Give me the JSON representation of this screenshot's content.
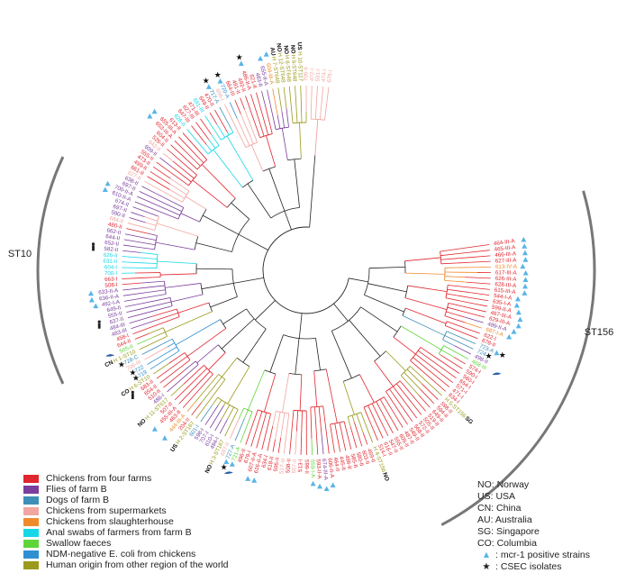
{
  "clades": [
    {
      "name": "clade-st10",
      "label": "ST10",
      "color": "#777777"
    },
    {
      "name": "clade-st156",
      "label": "ST156",
      "color": "#777777"
    }
  ],
  "legend": [
    {
      "label": "Chickens from four farms",
      "color": "#e0262e"
    },
    {
      "label": "Flies of farm B",
      "color": "#7a3e9d"
    },
    {
      "label": "Dogs of farm B",
      "color": "#3d8fb6"
    },
    {
      "label": "Chickens from supermarkets",
      "color": "#f1a6a0"
    },
    {
      "label": "Chickens from slaughterhouse",
      "color": "#f08b2c"
    },
    {
      "label": "Anal swabs of farmers from farm B",
      "color": "#16d7e8"
    },
    {
      "label": "Swallow faeces",
      "color": "#5fd53a"
    },
    {
      "label": "NDM-negative E. coli from chickens",
      "color": "#2f8fd1"
    },
    {
      "label": "Human origin from other region of the world",
      "color": "#9a9a1c"
    }
  ],
  "key": [
    {
      "code": "NO",
      "country": "Norway"
    },
    {
      "code": "US",
      "country": "USA"
    },
    {
      "code": "CN",
      "country": "China"
    },
    {
      "code": "AU",
      "country": "Australia"
    },
    {
      "code": "SG",
      "country": "Singapore"
    },
    {
      "code": "CO",
      "country": "Columbia"
    }
  ],
  "key_symbols": {
    "triangle": ": mcr-1 positive strains",
    "star": ": CSEC isolates"
  },
  "leaves": [
    {
      "label": "464-III-A",
      "cat": 0,
      "tri": true
    },
    {
      "label": "465-III-A",
      "cat": 0,
      "tri": true
    },
    {
      "label": "466-III-A",
      "cat": 0,
      "tri": true
    },
    {
      "label": "627-III-A",
      "cat": 0,
      "tri": true
    },
    {
      "label": "613-IV-A",
      "cat": 4,
      "tri": true
    },
    {
      "label": "617-III-A",
      "cat": 0,
      "tri": true
    },
    {
      "label": "626-III-A",
      "cat": 0,
      "tri": true
    },
    {
      "label": "628-III-A",
      "cat": 0,
      "tri": true
    },
    {
      "label": "615-III-A",
      "cat": 0,
      "tri": true
    },
    {
      "label": "544-I-A",
      "cat": 0,
      "tri": true
    },
    {
      "label": "635-I-A",
      "cat": 0,
      "tri": true
    },
    {
      "label": "599-II-A",
      "cat": 0,
      "tri": true
    },
    {
      "label": "467-III-A",
      "cat": 0,
      "tri": true
    },
    {
      "label": "629-III-A",
      "cat": 0,
      "tri": true
    },
    {
      "label": "489-II-A",
      "cat": 1,
      "tri": true
    },
    {
      "label": "687-I-A",
      "cat": 4,
      "tri": true
    },
    {
      "label": "622-I",
      "cat": 0
    },
    {
      "label": "678-II",
      "cat": 0
    },
    {
      "label": "723-A",
      "cat": 2,
      "tri": true,
      "star": true
    },
    {
      "label": "724",
      "cat": 2,
      "star": true
    },
    {
      "label": "498-II",
      "cat": 1
    },
    {
      "label": "468-III",
      "cat": 6,
      "bird": true
    },
    {
      "label": "574-I",
      "cat": 0
    },
    {
      "label": "590-I",
      "cat": 0
    },
    {
      "label": "560-I",
      "cat": 0
    },
    {
      "label": "654-I",
      "cat": 0
    },
    {
      "label": "571-I",
      "cat": 0
    },
    {
      "label": "471-I",
      "cat": 0
    },
    {
      "label": "634-I",
      "cat": 0
    },
    {
      "label": "H 5-ST156",
      "cat": 8,
      "country": "SG"
    },
    {
      "label": "598-II",
      "cat": 0
    },
    {
      "label": "594-II",
      "cat": 0
    },
    {
      "label": "649-II",
      "cat": 0
    },
    {
      "label": "519-II",
      "cat": 0
    },
    {
      "label": "505-II",
      "cat": 0
    },
    {
      "label": "572-II",
      "cat": 0
    },
    {
      "label": "568-II",
      "cat": 0
    },
    {
      "label": "549-II",
      "cat": 0
    },
    {
      "label": "487-II",
      "cat": 0
    },
    {
      "label": "605-II",
      "cat": 0
    },
    {
      "label": "555-II",
      "cat": 0
    },
    {
      "label": "547-II",
      "cat": 0
    },
    {
      "label": "616-II",
      "cat": 0
    },
    {
      "label": "514-I",
      "cat": 0
    },
    {
      "label": "H 4-ST156",
      "cat": 8,
      "country": "NO"
    },
    {
      "label": "469-II",
      "cat": 0
    },
    {
      "label": "603-II",
      "cat": 0
    },
    {
      "label": "580-II",
      "cat": 0
    },
    {
      "label": "585-II",
      "cat": 0
    },
    {
      "label": "486-II",
      "cat": 0
    },
    {
      "label": "445-II",
      "cat": 0
    },
    {
      "label": "464-II",
      "cat": 0
    },
    {
      "label": "606-II-A",
      "cat": 0,
      "tri": true
    },
    {
      "label": "674-III-A",
      "cat": 1,
      "tri": true
    },
    {
      "label": "593-II-A",
      "cat": 0,
      "tri": true
    },
    {
      "label": "559-I-A",
      "cat": 6,
      "tri": true
    },
    {
      "label": "599-II",
      "cat": 0
    },
    {
      "label": "513-I",
      "cat": 0
    },
    {
      "label": "557-II",
      "cat": 3
    },
    {
      "label": "508-II",
      "cat": 0
    },
    {
      "label": "517-III",
      "cat": 3
    },
    {
      "label": "595-II",
      "cat": 0
    },
    {
      "label": "618-II",
      "cat": 0
    },
    {
      "label": "634-I",
      "cat": 0
    },
    {
      "label": "616-II-A",
      "cat": 0,
      "tri": true
    },
    {
      "label": "607-II-A",
      "cat": 0,
      "tri": true
    },
    {
      "label": "679-I",
      "cat": 0
    },
    {
      "label": "496-II",
      "cat": 0
    },
    {
      "label": "721-A",
      "cat": 6,
      "tri": true,
      "bird": true
    },
    {
      "label": "727-A",
      "cat": 2,
      "tri": true,
      "star": true
    },
    {
      "label": "697-II",
      "cat": 3
    },
    {
      "label": "H 3-ST167",
      "cat": 8,
      "country": "NO"
    },
    {
      "label": "494-I",
      "cat": 1
    },
    {
      "label": "610-I",
      "cat": 1
    },
    {
      "label": "707-I",
      "cat": 1
    },
    {
      "label": "598-I",
      "cat": 1
    },
    {
      "label": "601-I",
      "cat": 2
    },
    {
      "label": "H 2-ST167",
      "cat": 8,
      "country": "US"
    },
    {
      "label": "204-II",
      "cat": 0
    },
    {
      "label": "444-III-A",
      "cat": 4,
      "tri": true
    },
    {
      "label": "463-II",
      "cat": 0
    },
    {
      "label": "455-III-A",
      "cat": 0,
      "tri": true
    },
    {
      "label": "507-II",
      "cat": 0
    },
    {
      "label": "H 11-ST617",
      "cat": 8,
      "country": "NO"
    },
    {
      "label": "486-I",
      "cat": 1
    },
    {
      "label": "510-II",
      "cat": 0
    },
    {
      "label": "654-II",
      "cat": 0
    },
    {
      "label": "683-II",
      "cat": 0,
      "farmer": true
    },
    {
      "label": "H 6-ST10",
      "cat": 8,
      "country": "CO"
    },
    {
      "label": "719",
      "cat": 7,
      "star": true
    },
    {
      "label": "722",
      "cat": 7,
      "star": true
    },
    {
      "label": "706-III",
      "cat": 3
    },
    {
      "label": "728-C",
      "cat": 2,
      "star": true
    },
    {
      "label": "H 1-ST10",
      "cat": 8,
      "country": "CN"
    },
    {
      "label": "505-II",
      "cat": 6,
      "bird": true
    },
    {
      "label": "644-II",
      "cat": 0
    },
    {
      "label": "458-I",
      "cat": 0
    },
    {
      "label": "483-III",
      "cat": 1
    },
    {
      "label": "484-III",
      "cat": 1
    },
    {
      "label": "637-II",
      "cat": 1,
      "farmer": true
    },
    {
      "label": "555-II",
      "cat": 1
    },
    {
      "label": "649-II",
      "cat": 1
    },
    {
      "label": "492-I-A",
      "cat": 1,
      "tri": true
    },
    {
      "label": "636-II-A",
      "cat": 1,
      "tri": true
    },
    {
      "label": "633-II-A",
      "cat": 1,
      "tri": true
    },
    {
      "label": "508-I",
      "cat": 0
    },
    {
      "label": "663-I",
      "cat": 0
    },
    {
      "label": "700-I",
      "cat": 5
    },
    {
      "label": "604-I",
      "cat": 5
    },
    {
      "label": "631-II",
      "cat": 5
    },
    {
      "label": "626-II",
      "cat": 5
    },
    {
      "label": "582-II",
      "cat": 1,
      "farmer": true
    },
    {
      "label": "652-II",
      "cat": 1
    },
    {
      "label": "644-II",
      "cat": 1
    },
    {
      "label": "662-II",
      "cat": 1
    },
    {
      "label": "480-II",
      "cat": 0
    },
    {
      "label": "684-II",
      "cat": 3
    },
    {
      "label": "590-II",
      "cat": 1
    },
    {
      "label": "697-II",
      "cat": 1
    },
    {
      "label": "674-II",
      "cat": 1
    },
    {
      "label": "610-II-A",
      "cat": 1,
      "tri": true
    },
    {
      "label": "700-II-A",
      "cat": 1,
      "tri": true
    },
    {
      "label": "697-II",
      "cat": 1
    },
    {
      "label": "638-II",
      "cat": 1
    },
    {
      "label": "627-II",
      "cat": 3
    },
    {
      "label": "661-II",
      "cat": 0
    },
    {
      "label": "499-II",
      "cat": 0
    },
    {
      "label": "473-II",
      "cat": 0
    },
    {
      "label": "555-II",
      "cat": 0
    },
    {
      "label": "609-II",
      "cat": 1
    },
    {
      "label": "642-II",
      "cat": 3
    },
    {
      "label": "526-II",
      "cat": 0
    },
    {
      "label": "604-II",
      "cat": 0
    },
    {
      "label": "653-III-A",
      "cat": 0,
      "tri": true
    },
    {
      "label": "655-III-A",
      "cat": 0,
      "tri": true
    },
    {
      "label": "613-II",
      "cat": 0
    },
    {
      "label": "626-II",
      "cat": 5
    },
    {
      "label": "647-III",
      "cat": 0
    },
    {
      "label": "627-III",
      "cat": 0
    },
    {
      "label": "471-III",
      "cat": 0
    },
    {
      "label": "691-III",
      "cat": 5
    },
    {
      "label": "649-II",
      "cat": 0
    },
    {
      "label": "470-II",
      "cat": 0
    },
    {
      "label": "717-A",
      "cat": 2,
      "tri": true,
      "star": true
    },
    {
      "label": "656-I",
      "cat": 3
    },
    {
      "label": "720-A",
      "cat": 7,
      "tri": true,
      "star": true
    },
    {
      "label": "684-III",
      "cat": 0
    },
    {
      "label": "491-II",
      "cat": 0
    },
    {
      "label": "492-II",
      "cat": 0
    },
    {
      "label": "486-II-A",
      "cat": 0,
      "tri": true,
      "star": true
    },
    {
      "label": "621-II",
      "cat": 0
    },
    {
      "label": "483-II",
      "cat": 1
    },
    {
      "label": "655-II-A",
      "cat": 1,
      "tri": true
    },
    {
      "label": "604-III-A",
      "cat": 4,
      "tri": true
    },
    {
      "label": "H 7-ST648",
      "cat": 8,
      "country": "AU"
    },
    {
      "label": "H 12-ST648",
      "cat": 8,
      "country": "NO"
    },
    {
      "label": "H 8-ST648",
      "cat": 8,
      "country": "NO"
    },
    {
      "label": "H 9-ST648",
      "cat": 8,
      "country": "NO"
    },
    {
      "label": "H 10-ST117",
      "cat": 8,
      "country": "US"
    },
    {
      "label": "706-II",
      "cat": 3
    },
    {
      "label": "472-I",
      "cat": 3
    },
    {
      "label": "591-I",
      "cat": 3
    },
    {
      "label": "474-I",
      "cat": 3
    },
    {
      "label": "675-I",
      "cat": 3
    }
  ]
}
